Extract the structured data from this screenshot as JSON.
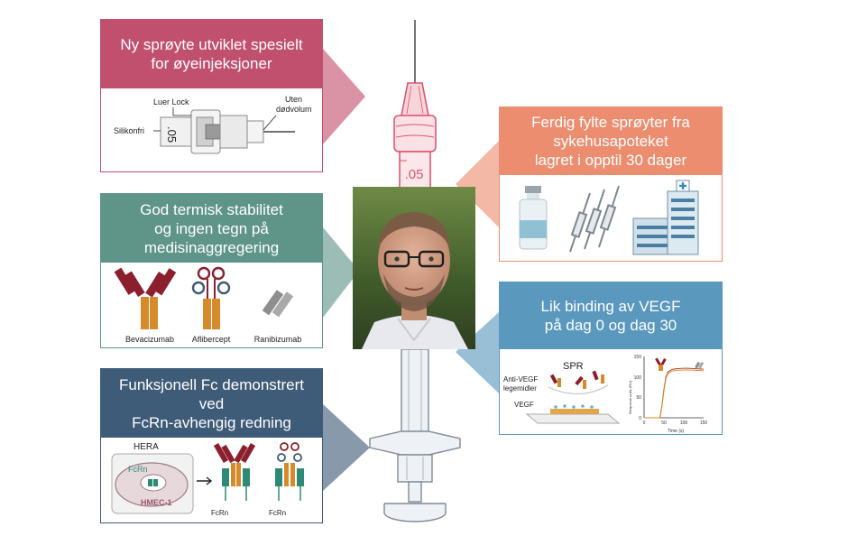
{
  "colors": {
    "panel1": "#c1506e",
    "panel2": "#ec8d70",
    "panel3": "#5f9489",
    "panel4": "#5a98be",
    "panel5": "#3e5b78",
    "antibody_red": "#8c1f2d",
    "antibody_orange": "#d68a2a",
    "antibody_teal": "#2e8a76",
    "syringe": "#d9576f"
  },
  "panels": {
    "syringe_design": {
      "title_lines": [
        "Ny sprøyte utviklet spesielt",
        "for øyeinjeksjoner"
      ],
      "labels": {
        "luer_lock": "Luer Lock",
        "dead_volume": [
          "Uten",
          "dødvolum"
        ],
        "silicone_free": "Silikonfri",
        "scale": ".05"
      }
    },
    "prefilled": {
      "title_lines": [
        "Ferdig fylte sprøyter fra",
        "sykehusapoteket",
        "lagret i opptil 30 dager"
      ]
    },
    "stability": {
      "title_lines": [
        "God termisk stabilitet",
        "og ingen tegn på",
        "medisinaggregering"
      ],
      "drugs": [
        "Bevacizumab",
        "Aflibercept",
        "Ranibizumab"
      ]
    },
    "binding": {
      "title_lines": [
        "Lik binding av VEGF",
        "på dag 0 og dag 30"
      ],
      "spr_label": "SPR",
      "anti_vegf_label": [
        "Anti-VEGF",
        "legemidler"
      ],
      "vegf_label": "VEGF",
      "plot": {
        "ylabel": "Response units (RU)",
        "xlabel": "Time (s)",
        "yticks": [
          "0",
          "50",
          "100",
          "150"
        ],
        "xticks": [
          "0",
          "50",
          "100",
          "150"
        ]
      }
    },
    "fc": {
      "title_lines": [
        "Funksjonell Fc demonstrert ved",
        "FcRn-avhengig redning"
      ],
      "hera_label": "HERA",
      "fcrn_inner": "FcRn",
      "cell_label": "HMEC-1",
      "fcrn_labels": [
        "FcRn",
        "FcRn"
      ]
    }
  },
  "center": {
    "syringe_scale": ".05"
  },
  "chart_data": {
    "type": "line",
    "xlabel": "Time (s)",
    "ylabel": "Response units (RU)",
    "xlim": [
      0,
      150
    ],
    "ylim": [
      0,
      150
    ],
    "series": [
      {
        "x": [
          0,
          40,
          45,
          50,
          55,
          60,
          70,
          80,
          100,
          110,
          130,
          150
        ],
        "y": [
          0,
          0,
          30,
          70,
          100,
          112,
          118,
          120,
          121,
          121,
          120,
          119
        ]
      },
      {
        "x": [
          0,
          40,
          45,
          50,
          55,
          60,
          70,
          80,
          100,
          110,
          130,
          150
        ],
        "y": [
          0,
          0,
          28,
          66,
          96,
          108,
          114,
          116,
          117,
          117,
          116,
          115
        ]
      }
    ]
  }
}
